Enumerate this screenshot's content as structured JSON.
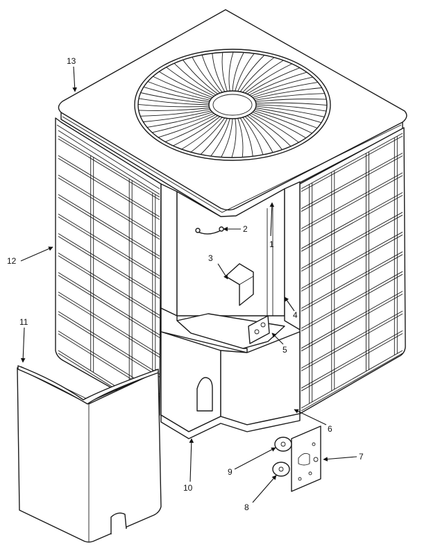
{
  "diagram": {
    "callouts": [
      {
        "id": "1",
        "label": "1"
      },
      {
        "id": "2",
        "label": "2"
      },
      {
        "id": "3",
        "label": "3"
      },
      {
        "id": "4",
        "label": "4"
      },
      {
        "id": "5",
        "label": "5"
      },
      {
        "id": "6",
        "label": "6"
      },
      {
        "id": "7",
        "label": "7"
      },
      {
        "id": "8",
        "label": "8"
      },
      {
        "id": "9",
        "label": "9"
      },
      {
        "id": "10",
        "label": "10"
      },
      {
        "id": "11",
        "label": "11"
      },
      {
        "id": "12",
        "label": "12"
      },
      {
        "id": "13",
        "label": "13"
      }
    ],
    "line_color": "#1a1a1a",
    "background": "#ffffff"
  }
}
